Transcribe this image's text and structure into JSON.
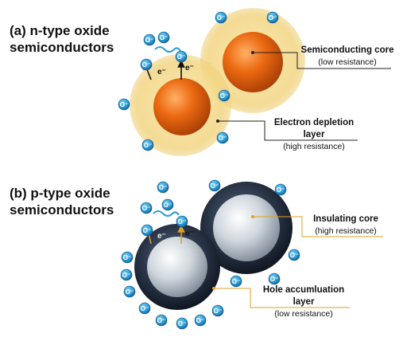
{
  "panels": {
    "n_type": {
      "title_line1": "(a) n-type oxide",
      "title_line2": "semiconductors",
      "core_label": "Semiconducting core",
      "core_sublabel": "(low resistance)",
      "layer_label": "Electron depletion layer",
      "layer_sublabel": "(high resistance)",
      "electron_symbol": "e⁻",
      "oxygen_symbol": "O⁻"
    },
    "p_type": {
      "title_line1": "(b) p-type oxide",
      "title_line2": "semiconductors",
      "core_label": "Insulating core",
      "core_sublabel": "(high resistance)",
      "layer_label": "Hole accumluation layer",
      "layer_sublabel": "(low resistance)",
      "electron_symbol": "e⁻",
      "oxygen_symbol": "O⁻"
    }
  },
  "colors": {
    "n_core": "#e8640f",
    "n_shell": "#f3d98a",
    "p_core": "#c9d1d8",
    "p_shell": "#1f2a3a",
    "oxygen": "#2b9ad6",
    "leader_line": "#d29a20",
    "arrow": "#111111"
  }
}
